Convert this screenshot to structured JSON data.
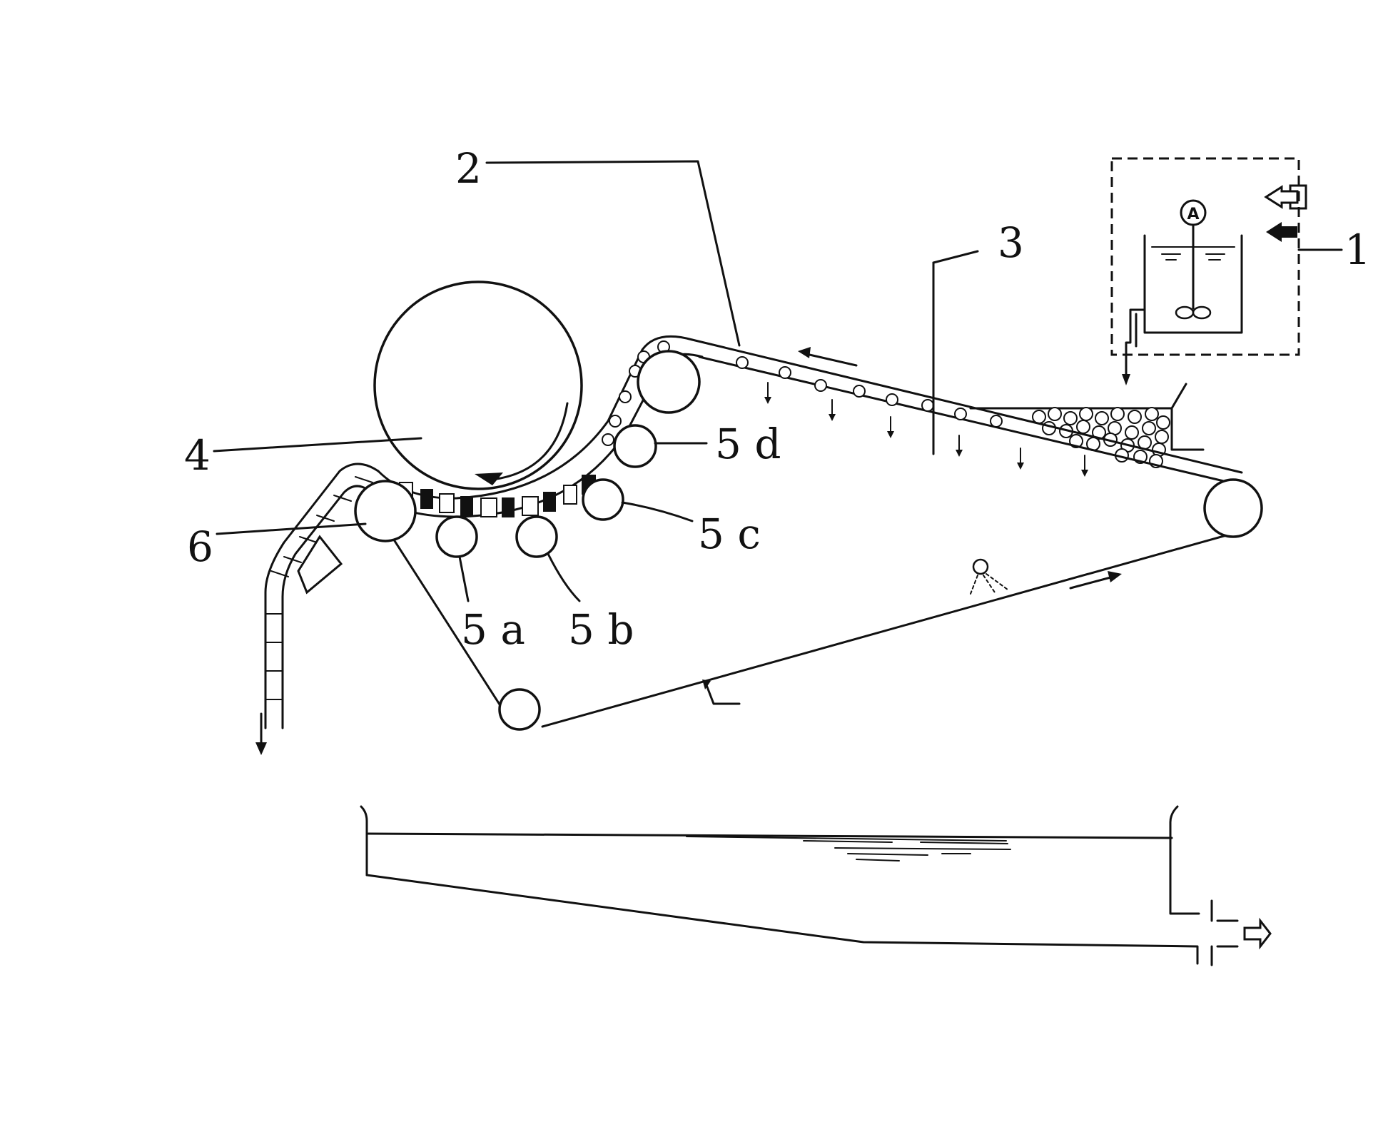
{
  "labels": {
    "tank": "1",
    "belt": "2",
    "gate": "3",
    "drum": "4",
    "roll_a": "5 a",
    "roll_b": "5 b",
    "roll_c": "5 c",
    "roll_d": "5 d",
    "guide": "6",
    "motor": "A"
  },
  "icons": {
    "feed_arrow_outline": "hollow-left-arrow-icon",
    "feed_arrow_solid": "solid-left-arrow-icon",
    "outlet_arrow": "hollow-right-arrow-icon"
  }
}
